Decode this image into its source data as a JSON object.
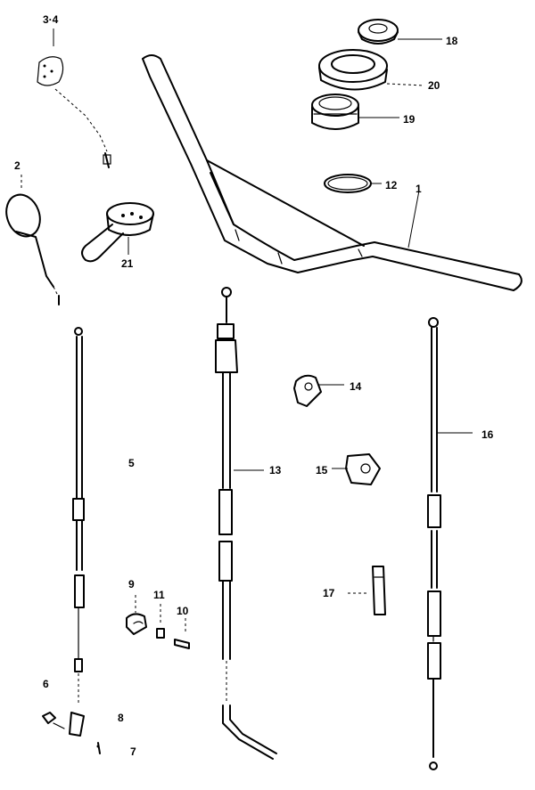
{
  "labels": {
    "l34": "3·4",
    "l2": "2",
    "l21": "21",
    "l18": "18",
    "l20": "20",
    "l19": "19",
    "l12": "12",
    "l1": "1",
    "l5": "5",
    "l13": "13",
    "l14": "14",
    "l15": "15",
    "l16": "16",
    "l17": "17",
    "l9": "9",
    "l11": "11",
    "l10": "10",
    "l6": "6",
    "l8": "8",
    "l7": "7"
  }
}
